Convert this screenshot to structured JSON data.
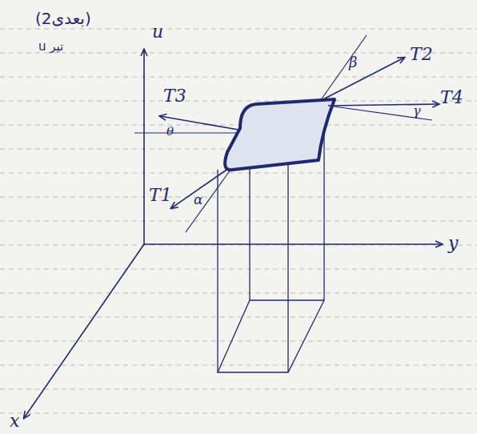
{
  "diagram": {
    "labels": [
      "(2بعدی)",
      "u تیر",
      "u",
      "y",
      "x",
      "T3",
      "T2",
      "β",
      "T4",
      "γ",
      "T1",
      "α",
      "θ"
    ]
  }
}
